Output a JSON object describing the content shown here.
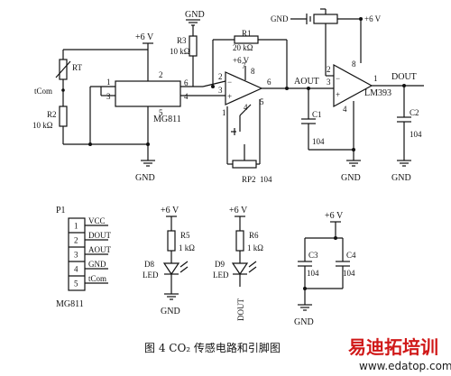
{
  "labels": {
    "vcc_top_left": "+6 V",
    "gnd_r3": "GND",
    "r3_name": "R3",
    "r3_value": "10 kΩ",
    "rt_name": "RT",
    "tcom": "tCom",
    "r2_name": "R2",
    "r2_value": "10 kΩ",
    "mg811": "MG811",
    "pin1": "1",
    "pin2": "2",
    "pin3": "3",
    "pin4": "4",
    "pin5": "5",
    "pin6": "6",
    "gnd_bottom_left": "GND",
    "r1_name": "R1",
    "r1_value": "20 kΩ",
    "opamp_vcc": "+6 V",
    "op_pin1": "1",
    "op_pin2": "2",
    "op_pin3": "3",
    "op_pin4": "4",
    "op_pin5": "5",
    "op_pin6": "6",
    "op_pin7": "7",
    "op_pin8": "8",
    "rp2_name": "RP2",
    "rp2_value": "104",
    "gnd_op": "GND",
    "aout": "AOUT",
    "c1_name": "C1",
    "c1_value": "104",
    "gnd_pot": "GND",
    "vcc_comp": "+6 V",
    "cmp_pin1": "1",
    "cmp_pin2": "2",
    "cmp_pin3": "3",
    "cmp_pin4": "4",
    "cmp_pin8": "8",
    "lm393": "LM393",
    "dout": "DOUT",
    "c2_name": "C2",
    "c2_value": "104",
    "gnd_cmp": "GND",
    "gnd_c2": "GND",
    "p1_name": "P1",
    "p1_rows": [
      "1",
      "2",
      "3",
      "4",
      "5"
    ],
    "p1_signals": [
      "VCC",
      "DOUT",
      "AOUT",
      "GND",
      "tCom"
    ],
    "p1_module": "MG811",
    "vcc_led1": "+6 V",
    "r5_name": "R5",
    "r5_value": "1 kΩ",
    "d8_name": "D8",
    "led1": "LED",
    "gnd_led1": "GND",
    "vcc_led2": "+6 V",
    "r6_name": "R6",
    "r6_value": "1 kΩ",
    "d9_name": "D9",
    "led2": "LED",
    "dout_led2": "DOUT",
    "vcc_caps": "+6 V",
    "c3_name": "C3",
    "c3_value": "104",
    "c4_name": "C4",
    "c4_value": "104",
    "gnd_caps": "GND"
  },
  "caption": "图 4   CO₂ 传感电路和引脚图",
  "watermark": {
    "brand": "易迪拓培训",
    "url": "www.edatop.com"
  }
}
